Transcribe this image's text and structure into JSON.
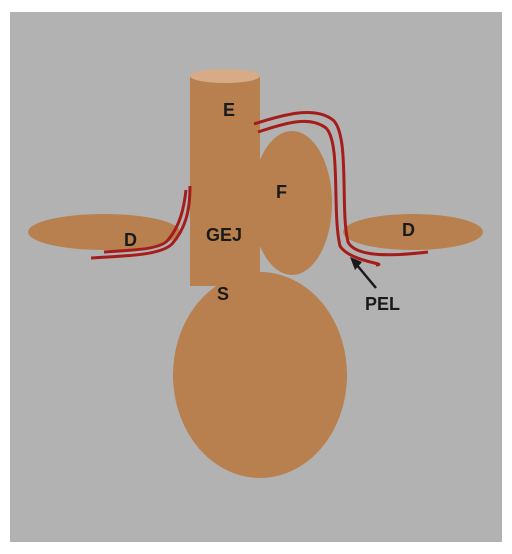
{
  "labels": {
    "esophagus": "E",
    "gej": "GEJ",
    "fundus": "F",
    "diaphragm_left": "D",
    "diaphragm_right": "D",
    "stomach": "S",
    "pel": "PEL"
  },
  "colors": {
    "background": "#b2b2b2",
    "organ": "#b8804e",
    "organ_top": "#d6ab86",
    "ligament": "#a51d1a",
    "text": "#1a1a1a"
  }
}
